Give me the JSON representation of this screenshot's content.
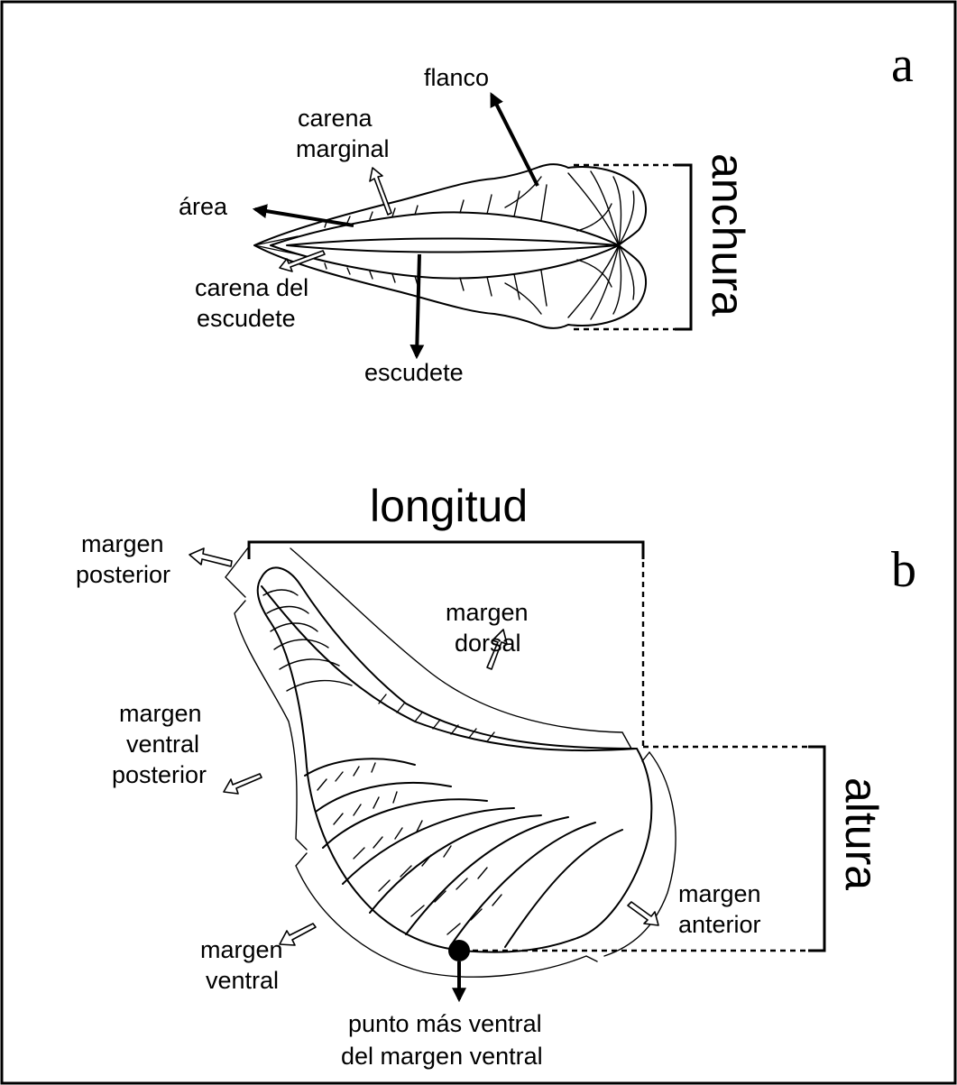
{
  "panel_a": {
    "letter": "a",
    "labels": {
      "flanco": "flanco",
      "carena_marginal_1": "carena",
      "carena_marginal_2": "marginal",
      "area": "área",
      "carena_escudete_1": "carena del",
      "carena_escudete_2": "escudete",
      "escudete": "escudete"
    },
    "dimension": "anchura"
  },
  "panel_b": {
    "letter": "b",
    "dimension_length": "longitud",
    "dimension_height": "altura",
    "labels": {
      "margen_posterior_1": "margen",
      "margen_posterior_2": "posterior",
      "margen_dorsal_1": "margen",
      "margen_dorsal_2": "dorsal",
      "margen_ventral_posterior_1": "margen",
      "margen_ventral_posterior_2": "ventral",
      "margen_ventral_posterior_3": "posterior",
      "margen_anterior_1": "margen",
      "margen_anterior_2": "anterior",
      "margen_ventral_1": "margen",
      "margen_ventral_2": "ventral",
      "punto_1": "punto más ventral",
      "punto_2": "del margen ventral"
    }
  }
}
